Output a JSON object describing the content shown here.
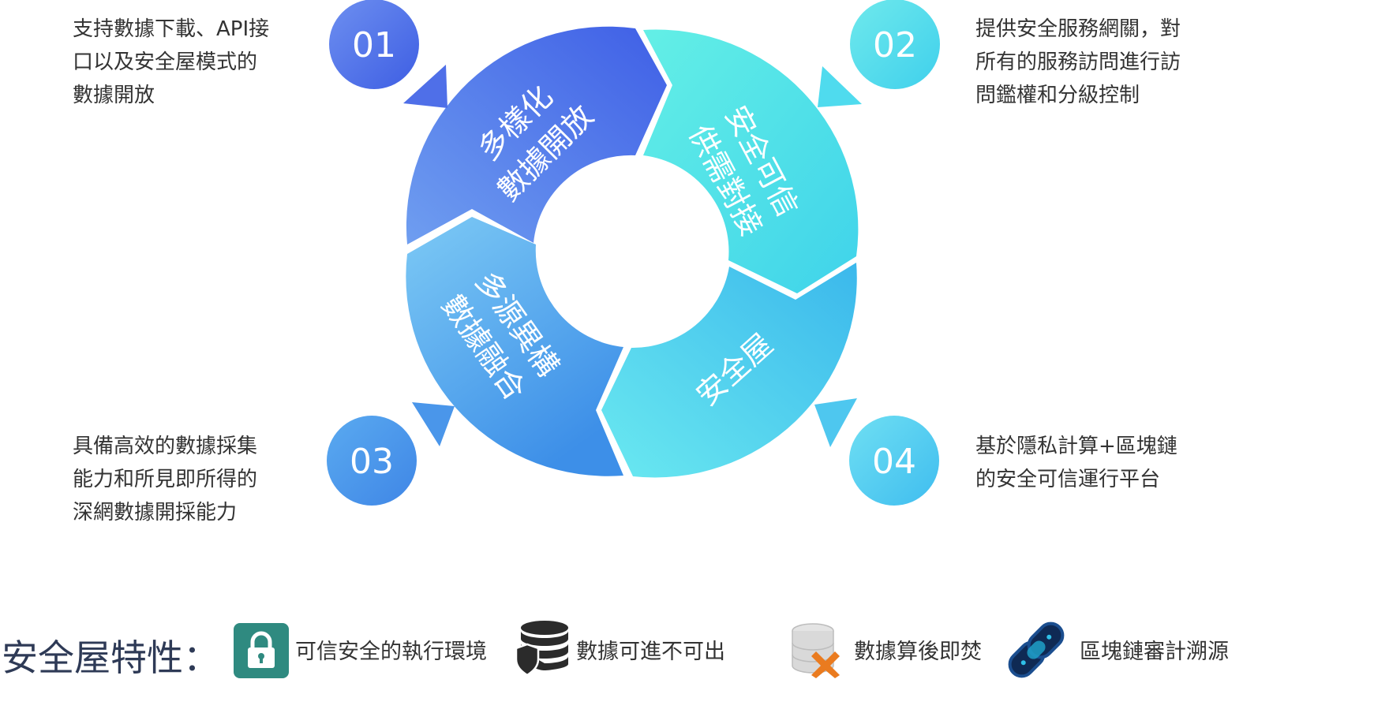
{
  "segments": [
    {
      "num": "01",
      "lines": [
        "多樣化",
        "數據開放"
      ]
    },
    {
      "num": "02",
      "lines": [
        "安全可信",
        "供需對接"
      ]
    },
    {
      "num": "03",
      "lines": [
        "多源異構",
        "數據融合"
      ]
    },
    {
      "num": "04",
      "lines": [
        "安全屋"
      ]
    }
  ],
  "descriptions": {
    "d01": [
      "支持數據下載、API接",
      "口以及安全屋模式的",
      "數據開放"
    ],
    "d02": [
      "提供安全服務網關，對",
      "所有的服務訪問進行訪",
      "問鑑權和分級控制"
    ],
    "d03": [
      "具備高效的數據採集",
      "能力和所見即所得的",
      "深網數據開採能力"
    ],
    "d04": [
      "基於隱私計算+區塊鏈",
      "的安全可信運行平台"
    ]
  },
  "features": {
    "title": "安全屋特性：",
    "items": [
      {
        "label": "可信安全的執行環境",
        "icon": "padlock-icon"
      },
      {
        "label": "數據可進不可出",
        "icon": "database-shield-icon"
      },
      {
        "label": "數據算後即焚",
        "icon": "database-delete-icon"
      },
      {
        "label": "區塊鏈審計溯源",
        "icon": "blockchain-link-icon"
      }
    ]
  },
  "colors": {
    "seg1": [
      "#6f9ef0",
      "#3f5fe6"
    ],
    "seg2": [
      "#63efe6",
      "#3fd3ea"
    ],
    "seg3": [
      "#7dcaf5",
      "#3d8fe8"
    ],
    "seg4": [
      "#6ae9f0",
      "#3bb8ec"
    ],
    "badge1": [
      "#6d8ff0",
      "#3e5ee3"
    ],
    "badge2": [
      "#6fe9ec",
      "#3fd0ec"
    ],
    "badge3": [
      "#5aaaf0",
      "#3f86e6"
    ],
    "badge4": [
      "#6fdff3",
      "#3fbdef"
    ]
  }
}
